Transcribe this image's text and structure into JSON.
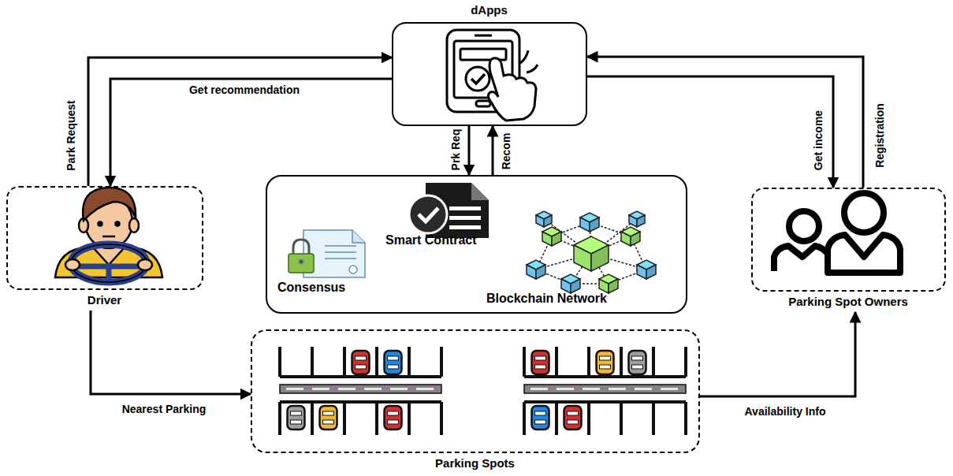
{
  "diagram": {
    "nodes": [
      {
        "text": [
          "dApps"
        ]
      },
      {
        "text": [
          "Driver"
        ]
      },
      {
        "text": [
          "Smart Contract",
          "Consensus",
          "Blockchain Network"
        ]
      },
      {
        "text": [
          "Parking Spot Owners"
        ]
      },
      {
        "text": [
          "Parking Spots"
        ]
      }
    ],
    "edges": [
      {
        "from": 1,
        "to": 0,
        "label": "Park Request",
        "arrow": "to"
      },
      {
        "from": 0,
        "to": 1,
        "label": "Get recommendation",
        "arrow": "to"
      },
      {
        "from": 0,
        "to": 2,
        "label": "Prk Req",
        "arrow": "to"
      },
      {
        "from": 2,
        "to": 0,
        "label": "Recom",
        "arrow": "to"
      },
      {
        "from": 0,
        "to": 3,
        "label": "Get income",
        "arrow": "to"
      },
      {
        "from": 3,
        "to": 0,
        "label": "Registration",
        "arrow": "to"
      },
      {
        "from": 1,
        "to": 4,
        "label": "Nearest Parking",
        "arrow": "to"
      },
      {
        "from": 4,
        "to": 3,
        "label": "Availability Info",
        "arrow": "to"
      }
    ]
  }
}
